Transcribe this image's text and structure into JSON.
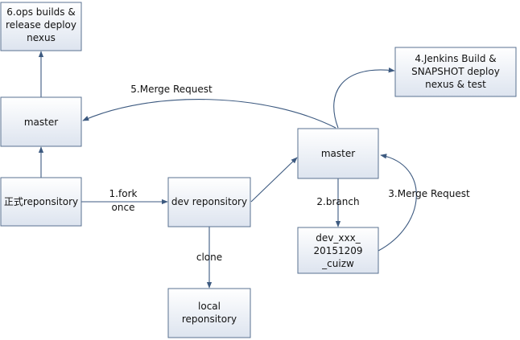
{
  "nodes": {
    "ops_builds": {
      "lines": [
        "6.ops builds &",
        "release deploy",
        "nexus"
      ]
    },
    "jenkins_build": {
      "lines": [
        "4.Jenkins Build &",
        "SNAPSHOT deploy",
        "nexus & test"
      ]
    },
    "master_left": {
      "lines": [
        "master"
      ]
    },
    "master_right": {
      "lines": [
        "master"
      ]
    },
    "official_repo": {
      "lines": [
        "正式reponsitory"
      ]
    },
    "dev_repo": {
      "lines": [
        "dev reponsitory"
      ]
    },
    "dev_branch": {
      "lines": [
        "dev_xxx_",
        "20151209",
        "_cuizw"
      ]
    },
    "local_repo": {
      "lines": [
        "local",
        "reponsitory"
      ]
    }
  },
  "edges": {
    "fork": {
      "lines": [
        "1.fork",
        "once"
      ]
    },
    "branch": {
      "lines": [
        "2.branch"
      ]
    },
    "merge_request_3": {
      "lines": [
        "3.Merge Request"
      ]
    },
    "merge_request_5": {
      "lines": [
        "5.Merge Request"
      ]
    },
    "clone": {
      "lines": [
        "clone"
      ]
    }
  },
  "colors": {
    "box_top": "#ffffff",
    "box_bottom": "#dde4ef",
    "box_border": "#5a7290",
    "line": "#3d5a80"
  }
}
